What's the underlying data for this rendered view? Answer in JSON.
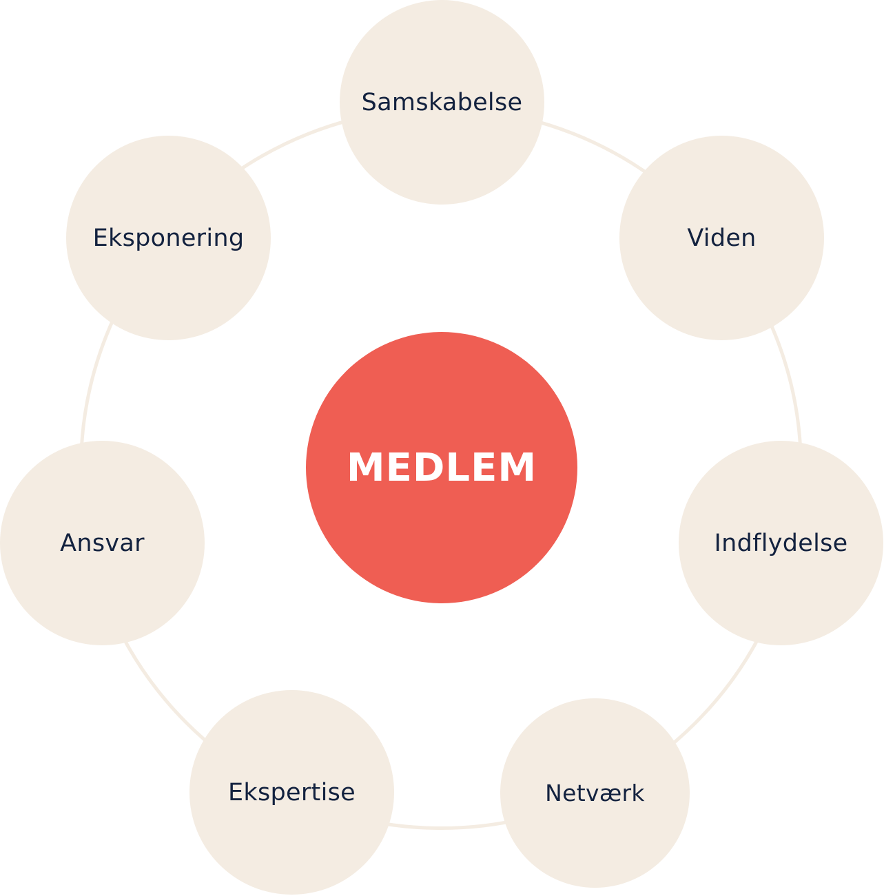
{
  "center": {
    "label": "MEDLEM"
  },
  "nodes": {
    "samskabelse": "Samskabelse",
    "viden": "Viden",
    "indflydelse": "Indflydelse",
    "netvaerk": "Netværk",
    "ekspertise": "Ekspertise",
    "ansvar": "Ansvar",
    "eksponering": "Eksponering"
  },
  "colors": {
    "center_fill": "#ef5e53",
    "node_fill": "#f4ece2",
    "ring_stroke": "#f4ece2",
    "node_text": "#13223f",
    "center_text": "#ffffff"
  }
}
